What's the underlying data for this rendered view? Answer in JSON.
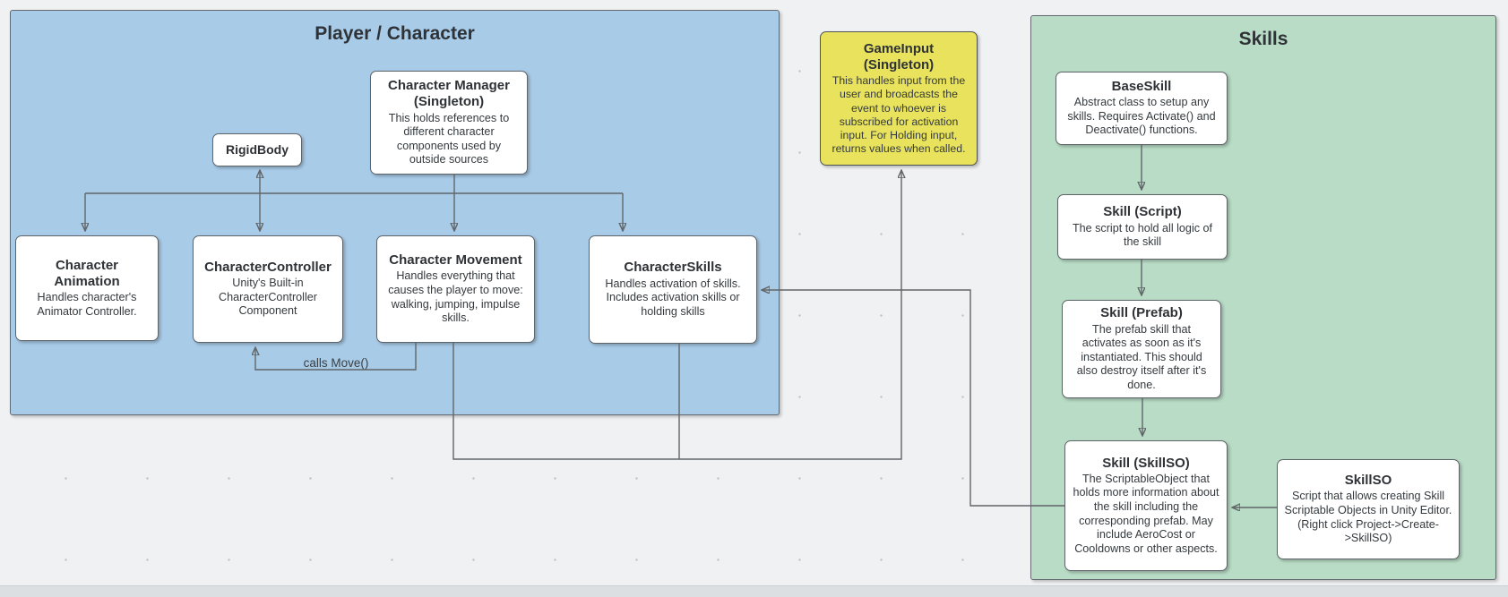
{
  "colors": {
    "canvas_bg": "#f0f1f3",
    "player_fill": "#a8cbe8",
    "skills_fill": "#b8dcc6",
    "gameinput_fill": "#e8e25c",
    "node_fill": "#ffffff",
    "stroke": "#666666",
    "connector": "#616568"
  },
  "player_group": {
    "title": "Player / Character",
    "nodes": {
      "rigidbody": {
        "title": "RigidBody"
      },
      "character_manager": {
        "title": "Character Manager\n(Singleton)",
        "body": "This holds references to different character components used by outside sources"
      },
      "character_animation": {
        "title": "Character\nAnimation",
        "body": "Handles character's Animator Controller."
      },
      "character_controller": {
        "title": "CharacterController",
        "body": "Unity's Built-in CharacterController Component"
      },
      "character_movement": {
        "title": "Character Movement",
        "body": "Handles everything that causes the player to move: walking, jumping, impulse skills."
      },
      "character_skills": {
        "title": "CharacterSkills",
        "body": "Handles activation of skills. Includes activation skills or holding skills"
      }
    },
    "edge_labels": {
      "calls_move": "calls Move()"
    }
  },
  "game_input": {
    "title": "GameInput\n(Singleton)",
    "body": "This handles input from the user and broadcasts the event to whoever is subscribed for activation input.  For Holding input, returns values when called."
  },
  "skills_group": {
    "title": "Skills",
    "nodes": {
      "base_skill": {
        "title": "BaseSkill",
        "body": "Abstract class to setup any skills. Requires Activate() and Deactivate() functions."
      },
      "skill_script": {
        "title": "Skill (Script)",
        "body": "The script to hold all logic of the skill"
      },
      "skill_prefab": {
        "title": "Skill (Prefab)",
        "body": "The prefab skill that activates as soon as it's instantiated.  This should also destroy itself after it's done."
      },
      "skill_skillso": {
        "title": "Skill (SkillSO)",
        "body": "The ScriptableObject that holds more information about the skill including the corresponding prefab. May include AeroCost or Cooldowns or other aspects."
      },
      "skillso": {
        "title": "SkillSO",
        "body": "Script that allows creating Skill Scriptable Objects in Unity Editor. (Right click Project->Create->SkillSO)"
      }
    }
  }
}
